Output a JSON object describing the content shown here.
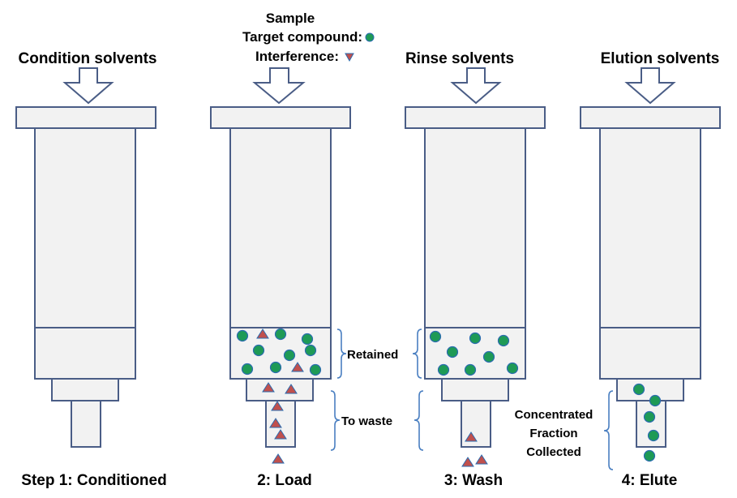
{
  "header": {
    "sample_title": "Sample",
    "target_label": "Target compound:",
    "interference_label": "Interference:"
  },
  "steps": [
    {
      "top_label": "Condition solvents",
      "bottom_label": "Step 1: Conditioned"
    },
    {
      "top_label": "",
      "bottom_label": "2: Load"
    },
    {
      "top_label": "Rinse solvents",
      "bottom_label": "3: Wash"
    },
    {
      "top_label": "Elution solvents",
      "bottom_label": "4: Elute"
    }
  ],
  "annotations": {
    "retained": "Retained",
    "to_waste": "To waste",
    "collected_line1": "Concentrated",
    "collected_line2": "Fraction",
    "collected_line3": "Collected"
  },
  "colors": {
    "target_compound": "#1e9a56",
    "interference": "#c0504d",
    "column_outline": "#4a5d86",
    "column_fill": "#f2f2f2",
    "brace": "#4a7fc1"
  }
}
